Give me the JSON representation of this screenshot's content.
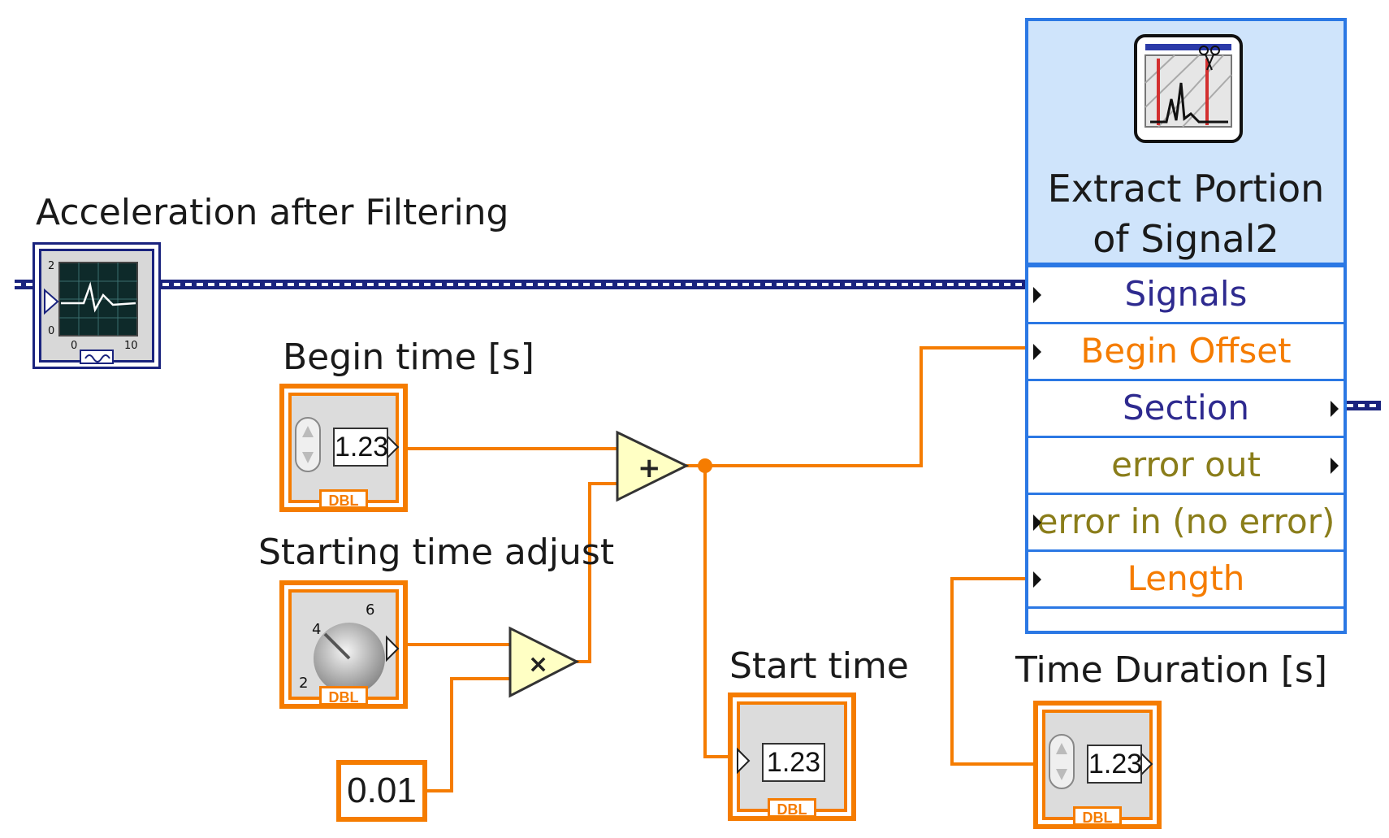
{
  "labels": {
    "acceleration": "Acceleration after Filtering",
    "begin_time": "Begin time [s]",
    "starting_adjust": "Starting time adjust",
    "start_time": "Start time",
    "time_duration": "Time Duration [s]"
  },
  "numeric_display": "1.23",
  "type_tag": "DBL",
  "constant_value": "0.01",
  "operators": {
    "add": "+",
    "multiply": "×"
  },
  "knob_ticks": {
    "t2": "2",
    "t4": "4",
    "t6": "6"
  },
  "graph_ticks": {
    "y2": "2",
    "y0": "0",
    "x0": "0",
    "x10": "10"
  },
  "subvi": {
    "title": "Extract Portion of Signal2",
    "terminals": [
      {
        "label": "Signals",
        "color": "#2e2a8f"
      },
      {
        "label": "Begin Offset",
        "color": "#f57c00"
      },
      {
        "label": "Section",
        "color": "#2e2a8f"
      },
      {
        "label": "error out",
        "color": "#8a7d1a"
      },
      {
        "label": "error in (no error)",
        "color": "#8a7d1a"
      },
      {
        "label": "Length",
        "color": "#f57c00"
      }
    ]
  },
  "colors": {
    "double_wire": "#f57c00",
    "waveform_wire": "#1a237e",
    "node_border": "#2b78e4",
    "node_header": "#cfe4fb",
    "operator_fill": "#ffffc4"
  }
}
